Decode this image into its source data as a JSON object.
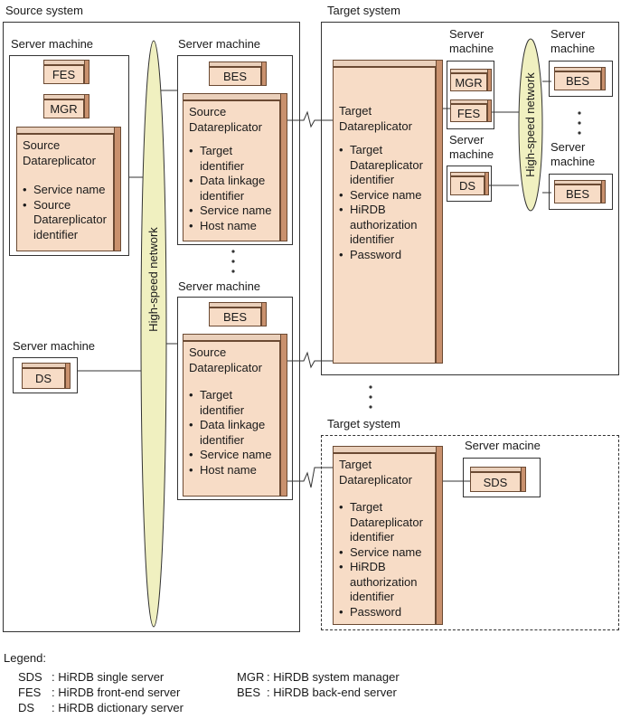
{
  "source": {
    "title": "Source system",
    "network_label": "High-speed network",
    "server_left": {
      "title": "Server machine",
      "fes": "FES",
      "mgr": "MGR",
      "replicator_title": [
        "Source",
        "Datareplicator"
      ],
      "items": [
        "Service name",
        "Source Datareplicator identifier"
      ]
    },
    "server_top": {
      "title": "Server machine",
      "bes": "BES",
      "replicator_title": [
        "Source",
        "Datareplicator"
      ],
      "items": [
        "Target identifier",
        "Data linkage identifier",
        "Service name",
        "Host name"
      ]
    },
    "server_bottom": {
      "title": "Server machine",
      "bes": "BES",
      "replicator_title": [
        "Source",
        "Datareplicator"
      ],
      "items": [
        "Target identifier",
        "Data linkage identifier",
        "Service name",
        "Host name"
      ]
    },
    "server_ds": {
      "title": "Server machine",
      "ds": "DS"
    }
  },
  "target1": {
    "title": "Target system",
    "network_label": "High-speed network",
    "replicator_title": [
      "Target",
      "Datareplicator"
    ],
    "items": [
      "Target Datareplicator identifier",
      "Service name",
      "HiRDB authorization identifier",
      "Password"
    ],
    "server_mgr_fes": {
      "title": "Server machine",
      "mgr": "MGR",
      "fes": "FES"
    },
    "server_ds": {
      "title": "Server machine",
      "ds": "DS"
    },
    "server_bes1": {
      "title": "Server machine",
      "bes": "BES"
    },
    "server_bes2": {
      "title": "Server machine",
      "bes": "BES"
    }
  },
  "target2": {
    "title": "Target system",
    "replicator_title": [
      "Target",
      "Datareplicator"
    ],
    "items": [
      "Target Datareplicator identifier",
      "Service name",
      "HiRDB authorization identifier",
      "Password"
    ],
    "server_sds": {
      "title": "Server macine",
      "sds": "SDS"
    }
  },
  "legend": {
    "title": "Legend:",
    "entries": [
      {
        "abbr": "SDS",
        "desc": ": HiRDB single server"
      },
      {
        "abbr": "FES",
        "desc": ": HiRDB front-end server"
      },
      {
        "abbr": "DS",
        "desc": ": HiRDB dictionary server"
      },
      {
        "abbr": "MGR",
        "desc": ": HiRDB system manager"
      },
      {
        "abbr": "BES",
        "desc": ": HiRDB back-end server"
      }
    ]
  },
  "colors": {
    "box_front": "#f7dcc6",
    "box_side": "#c9916e",
    "network_fill": "#f0f0c0"
  }
}
